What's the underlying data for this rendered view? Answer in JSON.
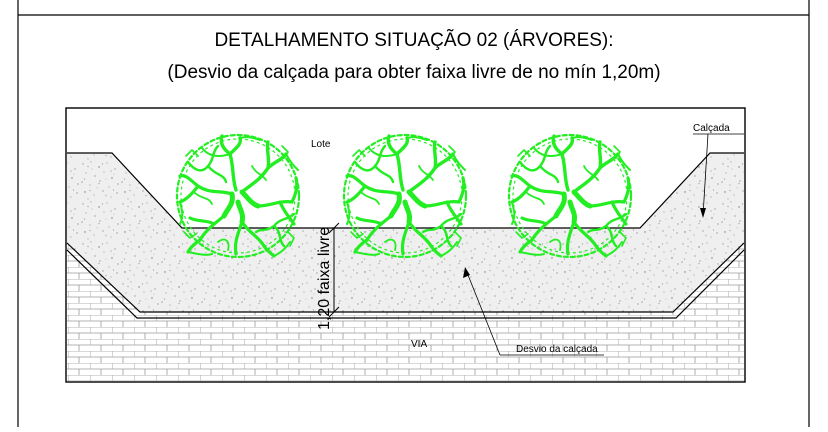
{
  "title": "DETALHAMENTO SITUAÇÃO 02 (ÁRVORES):",
  "subtitle": "(Desvio da calçada para obter faixa livre de no mín 1,20m)",
  "labels": {
    "lote": "Lote",
    "calcada": "Calçada",
    "faixa_livre": "1,20 faixa livre",
    "via": "VIA",
    "desvio": "Desvio da calçada"
  },
  "trees": [
    {
      "name": "tree-1"
    },
    {
      "name": "tree-2"
    },
    {
      "name": "tree-3"
    }
  ],
  "colors": {
    "tree": "#22ee22",
    "line": "#000000",
    "sidewalk_fill": "#eeeeee",
    "speckle": "#777777",
    "brick_line": "#9a9a9a"
  }
}
